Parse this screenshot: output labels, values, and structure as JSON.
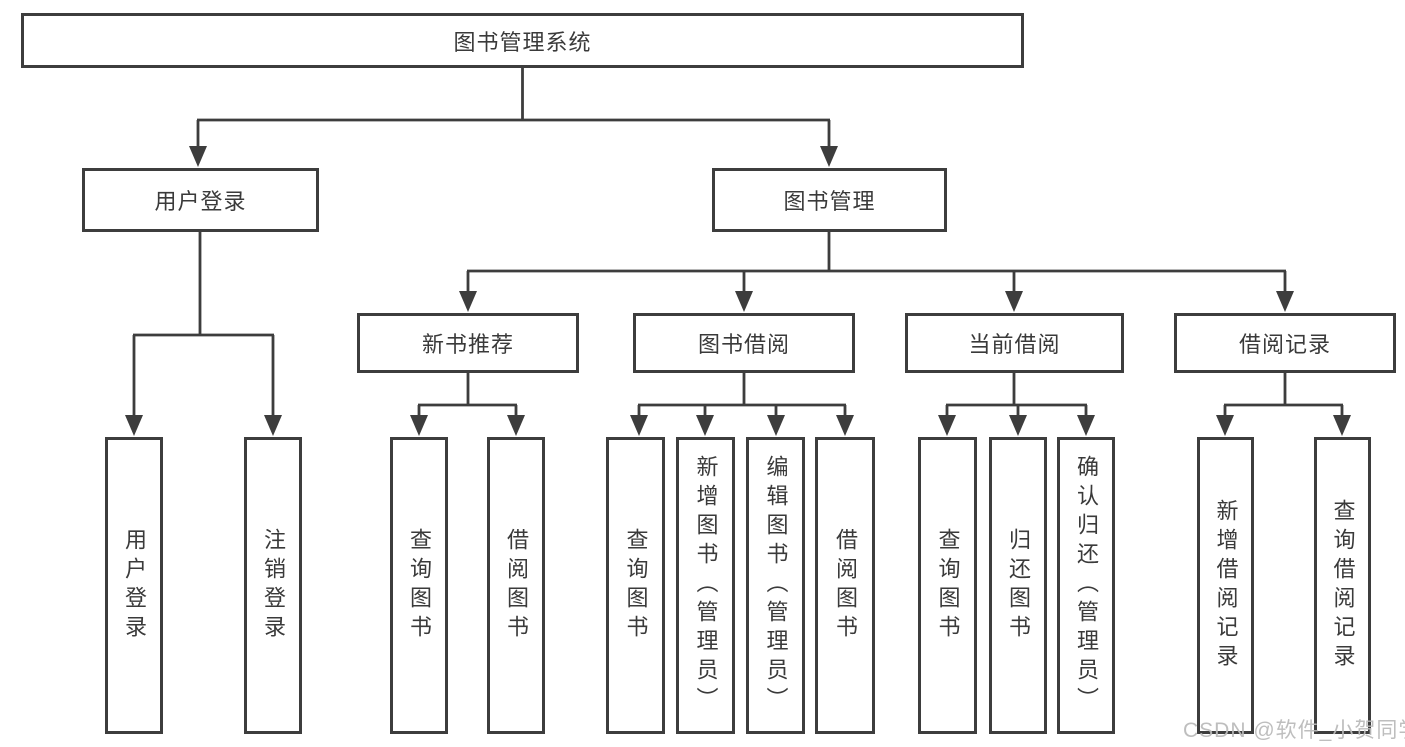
{
  "colors": {
    "line": "#3d3d3d",
    "box_border": "#3d3d3d",
    "text": "#3a3a3a",
    "background": "#ffffff",
    "watermark": "#bababa"
  },
  "watermark": {
    "text": "CSDN @软件_小贺同学"
  },
  "tree": {
    "label": "图书管理系统",
    "children": [
      {
        "label": "用户登录",
        "children": [
          {
            "label": "用户登录"
          },
          {
            "label": "注销登录"
          }
        ]
      },
      {
        "label": "图书管理",
        "children": [
          {
            "label": "新书推荐",
            "children": [
              {
                "label": "查询图书"
              },
              {
                "label": "借阅图书"
              }
            ]
          },
          {
            "label": "图书借阅",
            "children": [
              {
                "label": "查询图书"
              },
              {
                "label": "新增图书（管理员）"
              },
              {
                "label": "编辑图书（管理员）"
              },
              {
                "label": "借阅图书"
              }
            ]
          },
          {
            "label": "当前借阅",
            "children": [
              {
                "label": "查询图书"
              },
              {
                "label": "归还图书"
              },
              {
                "label": "确认归还（管理员）"
              }
            ]
          },
          {
            "label": "借阅记录",
            "children": [
              {
                "label": "新增借阅记录"
              },
              {
                "label": "查询借阅记录"
              }
            ]
          }
        ]
      }
    ]
  }
}
